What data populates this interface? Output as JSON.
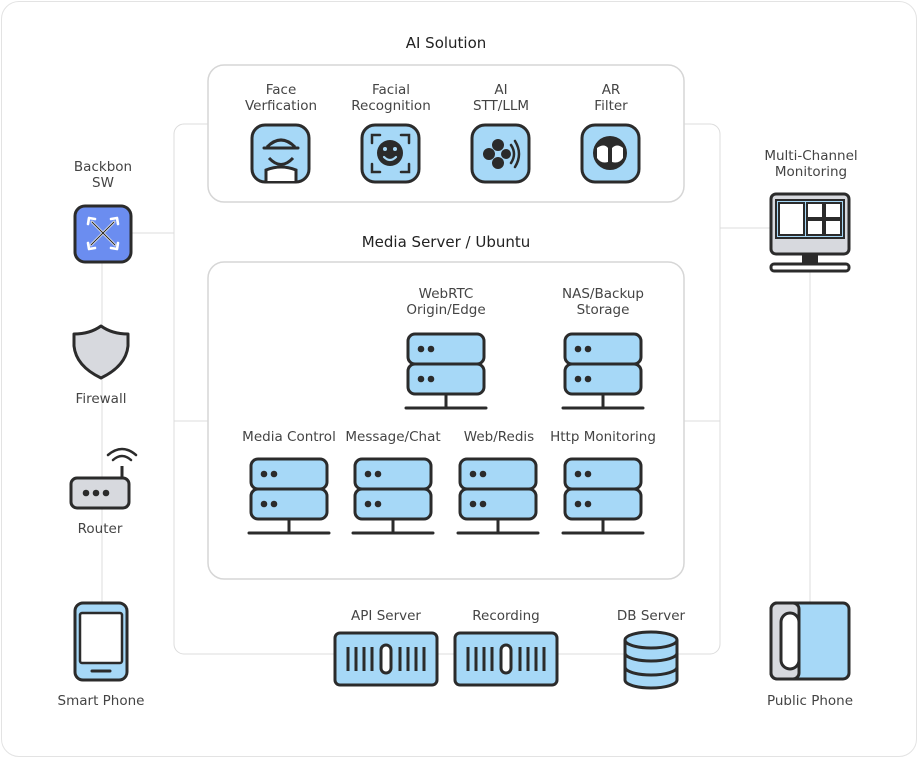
{
  "sections": {
    "ai_solution": "AI Solution",
    "media_server": "Media Server / Ubuntu"
  },
  "ai_items": {
    "face_verification": [
      "Face",
      "Verfication"
    ],
    "facial_recognition": [
      "Facial",
      "Recognition"
    ],
    "ai_stt_llm": [
      "AI",
      "STT/LLM"
    ],
    "ar_filter": [
      "AR",
      "Filter"
    ]
  },
  "servers": {
    "webrtc": [
      "WebRTC",
      "Origin/Edge"
    ],
    "nas_backup": [
      "NAS/Backup",
      "Storage"
    ],
    "media_control": "Media Control",
    "message_chat": "Message/Chat",
    "web_redis": "Web/Redis",
    "http_monitoring": "Http Monitoring"
  },
  "bottom": {
    "api_server": "API Server",
    "recording": "Recording",
    "db_server": "DB Server"
  },
  "left": {
    "backbone_sw": [
      "Backbon",
      "SW"
    ],
    "firewall": "Firewall",
    "router": "Router",
    "smart_phone": "Smart Phone"
  },
  "right": {
    "multi_channel": [
      "Multi-Channel",
      "Monitoring"
    ],
    "public_phone": "Public Phone"
  },
  "colors": {
    "icon_fill": "#a6d8f7",
    "outline": "#2b2b2b",
    "switch_fill": "#6b8df0",
    "shield_fill": "#d7d9de",
    "box_border": "#d6d6d6",
    "line": "#dddddd"
  }
}
